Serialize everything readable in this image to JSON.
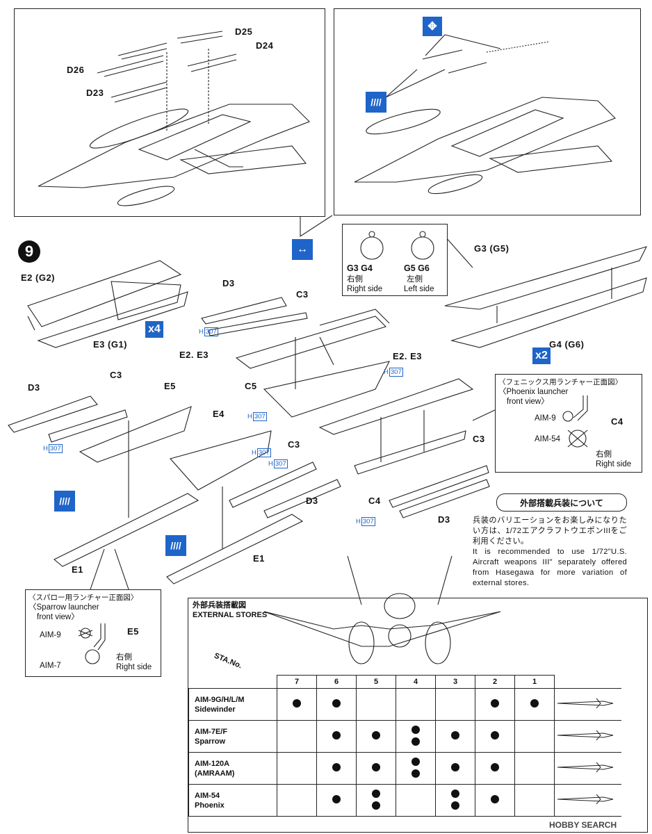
{
  "step_number": "9",
  "top_left_panel": {
    "labels": [
      "D25",
      "D24",
      "D26",
      "D23"
    ]
  },
  "parts": {
    "e2_g2": "E2 (G2)",
    "e3_g1": "E3 (G1)",
    "qty_x4": "x4",
    "d3_a": "D3",
    "c3_a": "C3",
    "e2e3_a": "E2. E3",
    "c5": "C5",
    "e2e3_b": "E2. E3",
    "d3_b": "D3",
    "c3_b": "C3",
    "e5": "E5",
    "e4": "E4",
    "c3_c": "C3",
    "d3_c": "D3",
    "c3_d": "C3",
    "c4": "C4",
    "d3_d": "D3",
    "e1_a": "E1",
    "e1_b": "E1",
    "g3g5": "G3 (G5)",
    "g4g6": "G4 (G6)",
    "qty_x2": "x2",
    "h307": "H",
    "h307_num": "307"
  },
  "tank_callout": {
    "right_codes": "G3  G4",
    "right_jp": "右側",
    "right_en": "Right side",
    "left_codes": "G5  G6",
    "left_jp": "左側",
    "left_en": "Left side"
  },
  "phoenix_callout": {
    "title_jp": "〈フェニックス用ランチャー正面図〉",
    "title_en_1": "〈Phoenix launcher",
    "title_en_2": "front view〉",
    "aim9": "AIM-9",
    "c4": "C4",
    "aim54": "AIM-54",
    "side_jp": "右側",
    "side_en": "Right side"
  },
  "sparrow_callout": {
    "title_jp": "〈スパロー用ランチャー正面図〉",
    "title_en_1": "〈Sparrow launcher",
    "title_en_2": "front view〉",
    "aim9": "AIM-9",
    "e5": "E5",
    "aim7": "AIM-7",
    "side_jp": "右側",
    "side_en": "Right side"
  },
  "external_note": {
    "heading": "外部搭載兵装について",
    "jp": "兵装のバリエーションをお楽しみになりたい方は、1/72エアクラフトウエポンIIIをご利用ください。",
    "en": "It is recommended to use 1/72\"U.S. Aircraft weapons III\" separately offered from Hasegawa for more variation of external stores."
  },
  "stores": {
    "title_jp": "外部兵装搭載図",
    "title_en": "EXTERNAL STORES",
    "sta_header": "STA.No.",
    "stations": [
      "7",
      "6",
      "5",
      "4",
      "3",
      "2",
      "1"
    ],
    "rows": [
      {
        "name_1": "AIM-9G/H/L/M",
        "name_2": "Sidewinder",
        "dots": [
          1,
          1,
          0,
          0,
          0,
          1,
          1
        ]
      },
      {
        "name_1": "AIM-7E/F",
        "name_2": "Sparrow",
        "dots": [
          0,
          1,
          1,
          2,
          1,
          1,
          0
        ]
      },
      {
        "name_1": "AIM-120A",
        "name_2": "(AMRAAM)",
        "dots": [
          0,
          1,
          1,
          2,
          1,
          1,
          0
        ]
      },
      {
        "name_1": "AIM-54",
        "name_2": "Phoenix",
        "dots": [
          0,
          1,
          2,
          0,
          2,
          1,
          0
        ]
      }
    ]
  },
  "watermark": "HOBBY SEARCH"
}
